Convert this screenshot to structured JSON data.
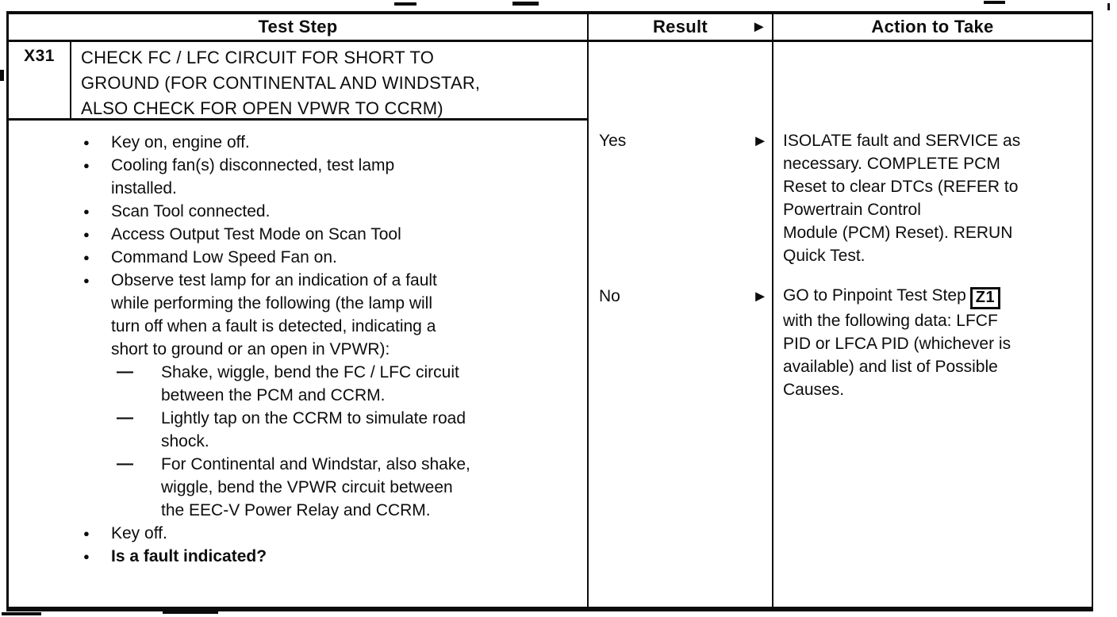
{
  "header": {
    "test_step": "Test Step",
    "result": "Result",
    "result_arrow": "►",
    "action": "Action to Take"
  },
  "step": {
    "id": "X31",
    "title_lines": [
      "CHECK FC / LFC CIRCUIT FOR SHORT TO",
      "GROUND (FOR CONTINENTAL AND WINDSTAR,",
      "ALSO CHECK FOR OPEN VPWR TO CCRM)"
    ]
  },
  "markers": {
    "bullet": "●",
    "dash": "—"
  },
  "procedure": {
    "bullets": [
      {
        "lines": [
          "Key on, engine off."
        ]
      },
      {
        "lines": [
          "Cooling fan(s) disconnected, test lamp",
          "installed."
        ]
      },
      {
        "lines": [
          "Scan Tool connected."
        ]
      },
      {
        "lines": [
          "Access Output Test Mode on Scan Tool"
        ]
      },
      {
        "lines": [
          "Command Low Speed Fan on."
        ]
      },
      {
        "lines": [
          "Observe test lamp for an indication of a fault",
          "while performing the following (the lamp will",
          "turn off when a fault is detected, indicating a",
          "short to ground or an open in VPWR):"
        ]
      },
      {
        "lines": [
          "Key off."
        ]
      },
      {
        "lines": [
          "Is a fault indicated?"
        ]
      }
    ],
    "sub_items": [
      {
        "lines": [
          "Shake, wiggle, bend the FC / LFC circuit",
          "between the PCM and CCRM."
        ]
      },
      {
        "lines": [
          "Lightly tap on the CCRM to simulate road",
          "shock."
        ]
      },
      {
        "lines": [
          "For Continental and Windstar, also shake,",
          "wiggle, bend the VPWR circuit between",
          "the EEC-V Power Relay and CCRM."
        ]
      }
    ]
  },
  "results": [
    {
      "label": "Yes",
      "arrow": "►"
    },
    {
      "label": "No",
      "arrow": "►"
    }
  ],
  "actions": {
    "yes_lines": [
      "ISOLATE fault and SERVICE as",
      "necessary. COMPLETE PCM",
      "Reset to clear DTCs (REFER to",
      "Powertrain Control",
      "Module (PCM) Reset). RERUN",
      "Quick Test."
    ],
    "no": {
      "line1_prefix": "GO to Pinpoint Test Step",
      "boxed_ref": "Z1",
      "lines_rest": [
        "with the following data: LFCF",
        "PID or LFCA PID (whichever is",
        "available) and list of Possible",
        "Causes."
      ]
    }
  }
}
